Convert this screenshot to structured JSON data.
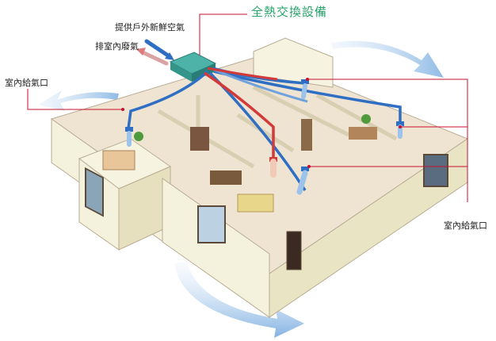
{
  "title": "全熱交換設備",
  "labels": {
    "fresh_air": "提供戶外新鮮空氣",
    "exhaust": "排室內廢氣",
    "supply_left": "室內給氣口",
    "supply_right": "室內給氣口"
  },
  "colors": {
    "title": "#27a36a",
    "fresh_air": "#2e6fc4",
    "exhaust": "#d23a3a",
    "pointer": "#c8102e",
    "wall": "#f4f1dc",
    "floor": "#efe3d2",
    "flow_arrow": "#7fb2e5"
  }
}
